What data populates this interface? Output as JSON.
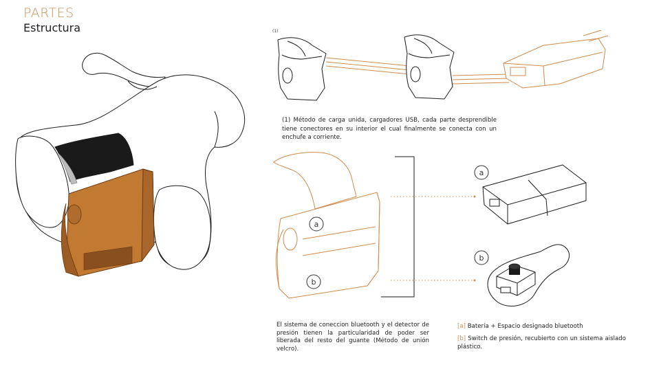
{
  "header": {
    "title": "PARTES",
    "subtitle": "Estructura"
  },
  "figure": {
    "label": "(1)"
  },
  "captions": {
    "charging": "(1) Método de carga unida, cargadores USB, cada parte desprendible tiene conectores en su interior el cual finalmente se conecta con un enchufe a corriente.",
    "bluetooth": "El sistema de coneccion bluetooth y el detector de presión tienen la particularidad de poder ser liberada del resto del guante (Método de unión velcro)."
  },
  "markers": {
    "a": "a",
    "b": "b"
  },
  "legend": {
    "a_tag": "[a]",
    "a_text": " Batería + Espacio designado bluetooth",
    "b_tag": "[b]",
    "b_text": " Switch de presión, recubierto con un sistema aislado plástico."
  },
  "colors": {
    "accent": "#c8915a",
    "module": "#c27a33",
    "module_dark": "#8a4f1f",
    "band": "#1a1a1a"
  }
}
